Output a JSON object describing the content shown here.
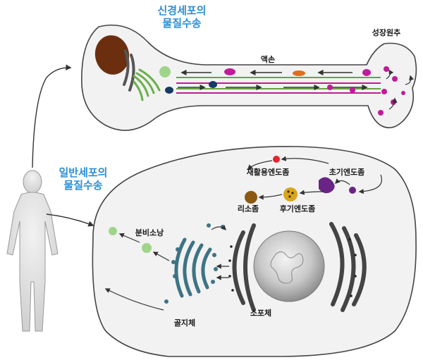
{
  "titles": {
    "neuron_line1": "신경세포의",
    "neuron_line2": "물질수송",
    "general_line1": "일반세포의",
    "general_line2": "물질수송"
  },
  "labels": {
    "axon": "액손",
    "growth_cone": "성장원추",
    "recycling_endosome": "재활용엔도좀",
    "early_endosome": "초기엔도좀",
    "lysosome": "리소좀",
    "late_endosome": "후기엔도좀",
    "secretory_vesicle": "분비소낭",
    "endoplasmic_reticulum": "소포체",
    "golgi": "골지체"
  },
  "colors": {
    "title_blue": "#2b8fd6",
    "nucleus_brown": "#6b2f10",
    "golgi_teal": "#3d7385",
    "vesicle_green": "#9fd58a",
    "vesicle_magenta": "#c21a9a",
    "vesicle_orange": "#e06e1e",
    "vesicle_navy": "#153a63",
    "recycling_red": "#e0262e",
    "early_purple": "#6a2486",
    "lysosome_brown": "#8a5a12",
    "late_yellow": "#d9a51c"
  }
}
